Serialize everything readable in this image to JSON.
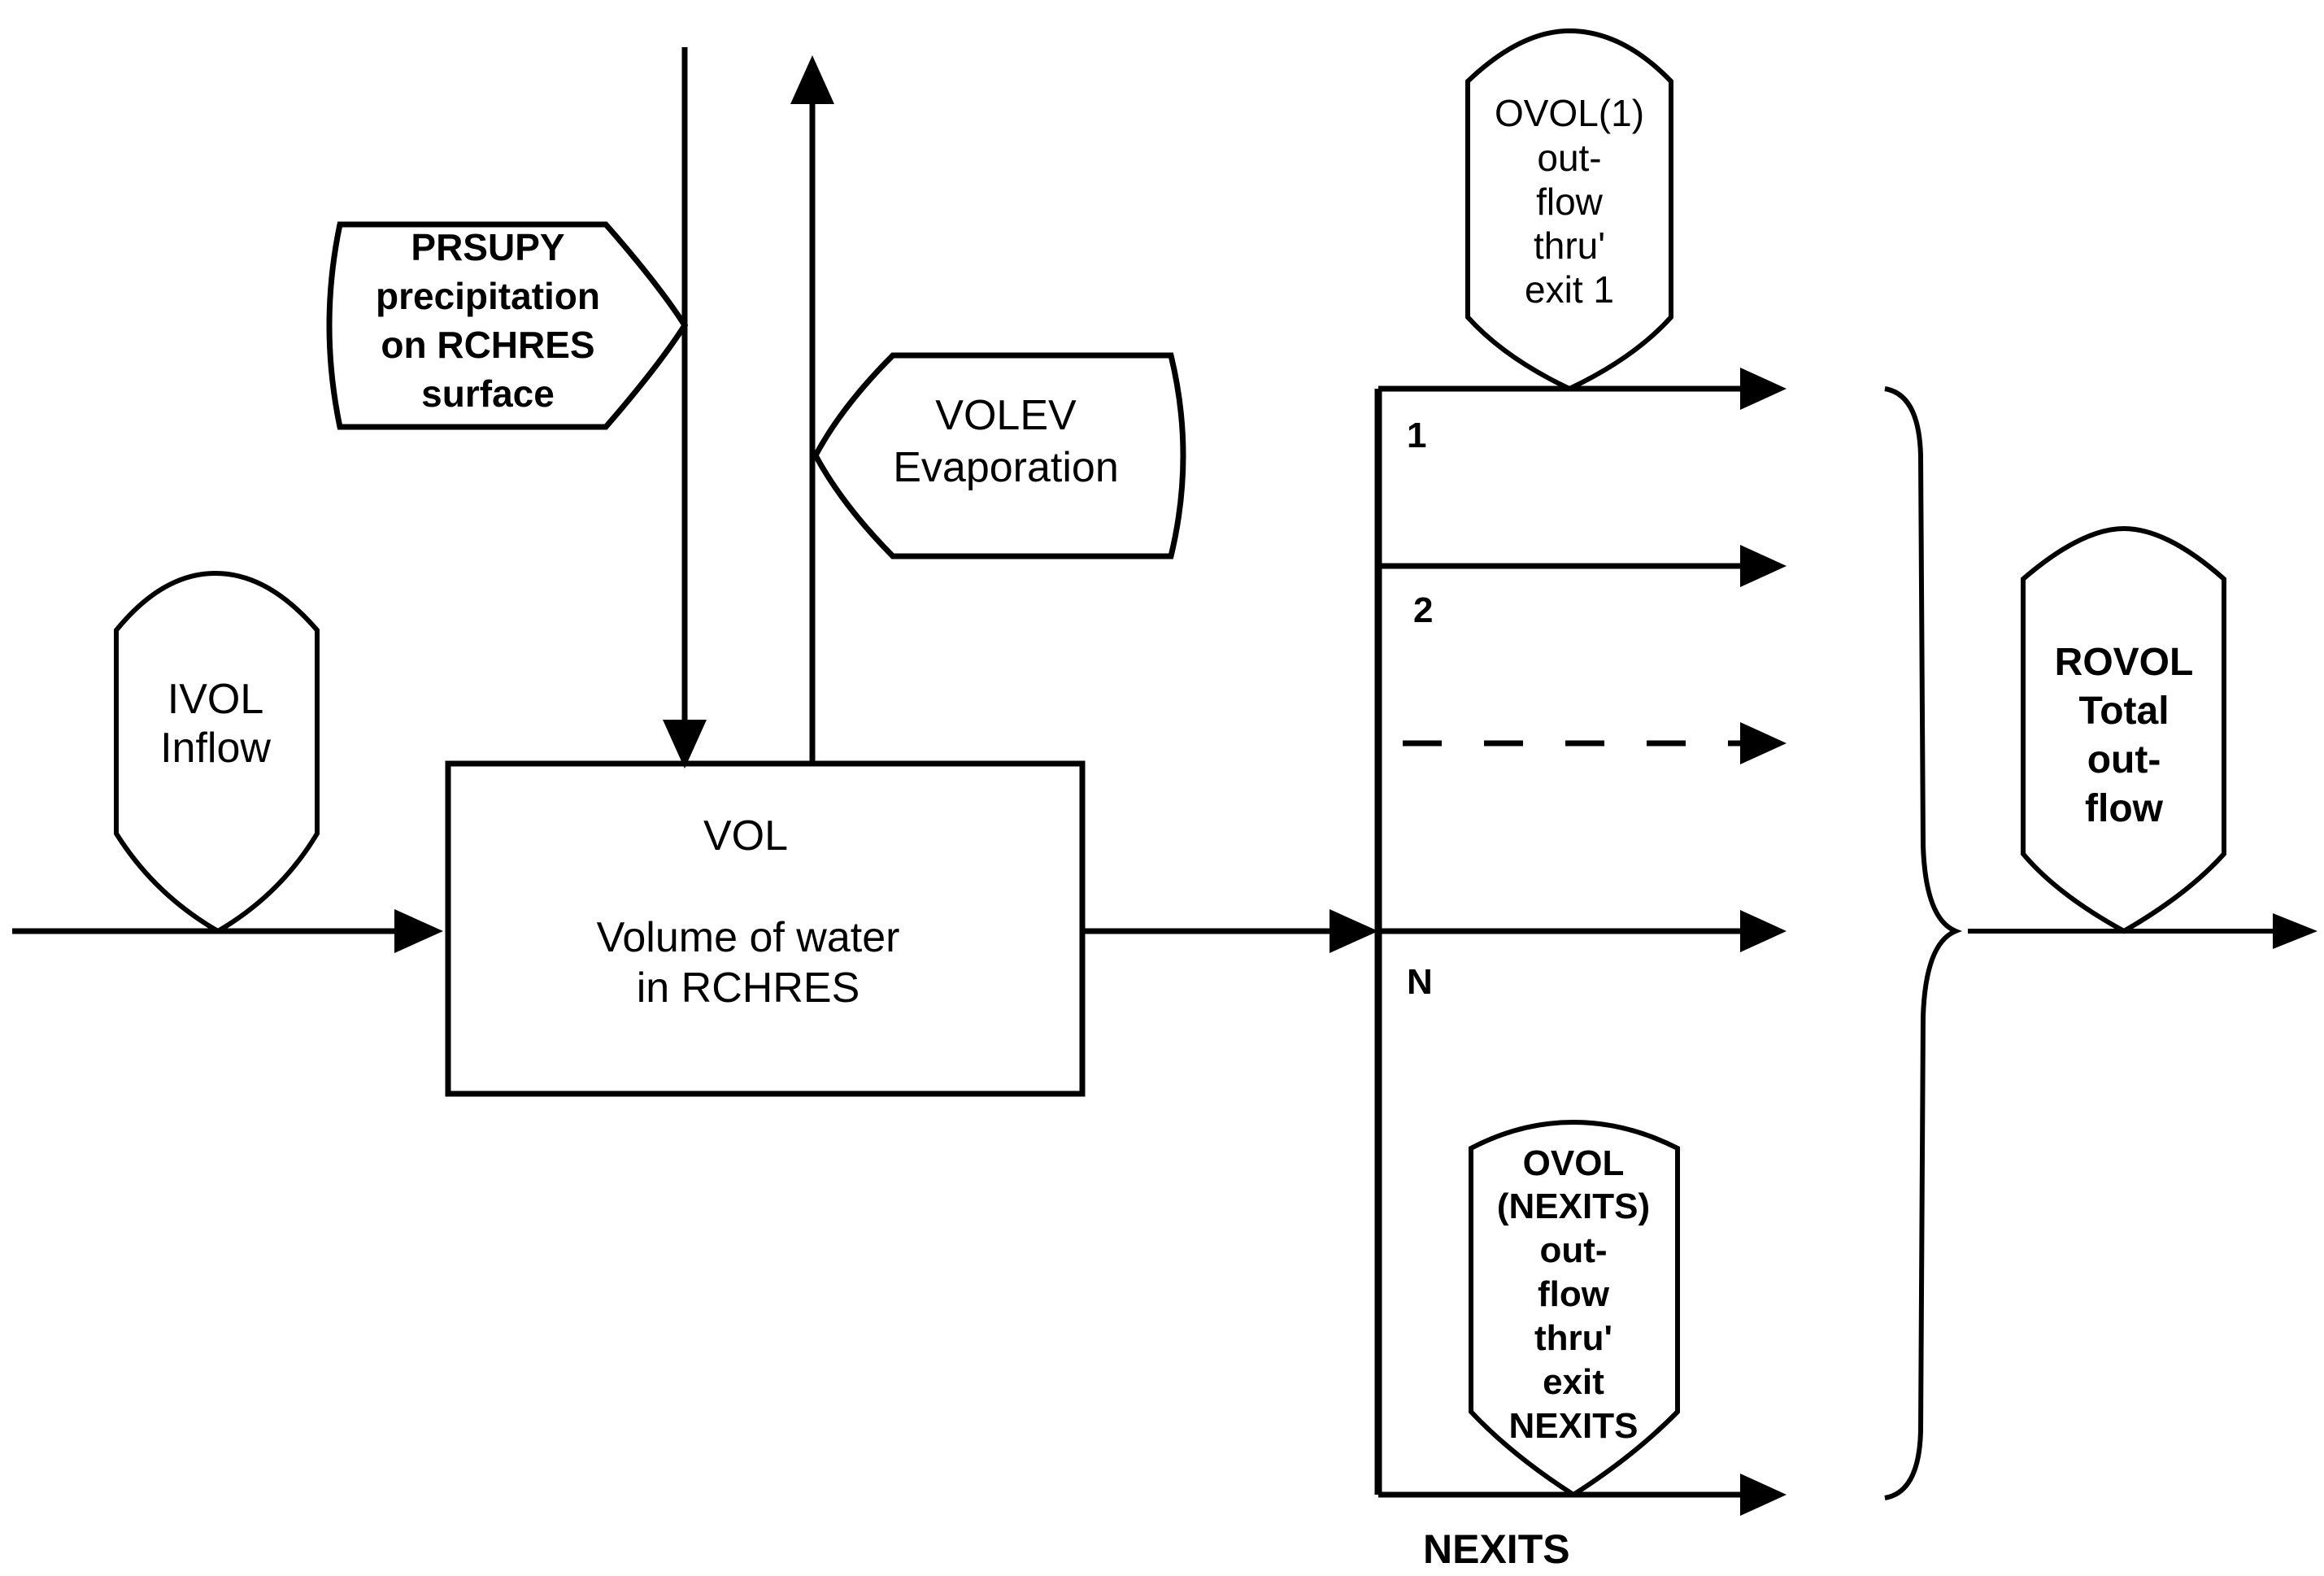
{
  "diagram": {
    "ivol": {
      "lines": [
        "IVOL",
        "Inflow"
      ]
    },
    "prsupy": {
      "lines": [
        "PRSUPY",
        "precipitation",
        "on RCHRES",
        "surface"
      ]
    },
    "volev": {
      "lines": [
        "VOLEV",
        "Evaporation"
      ]
    },
    "vol_box": {
      "title": "VOL",
      "lines": [
        "Volume of water",
        "in RCHRES"
      ]
    },
    "ovol1": {
      "lines": [
        "OVOL(1)",
        "out-",
        "flow",
        "thru'",
        "exit 1"
      ]
    },
    "ovol_nexits": {
      "lines": [
        "OVOL",
        "(NEXITS)",
        "out-",
        "flow",
        "thru'",
        "exit",
        "NEXITS"
      ]
    },
    "rovol": {
      "lines": [
        "ROVOL",
        "Total",
        "out-",
        "flow"
      ]
    },
    "exit_labels": {
      "exit1": "1",
      "exit2": "2",
      "exitN": "N",
      "exitNexits": "NEXITS"
    }
  }
}
